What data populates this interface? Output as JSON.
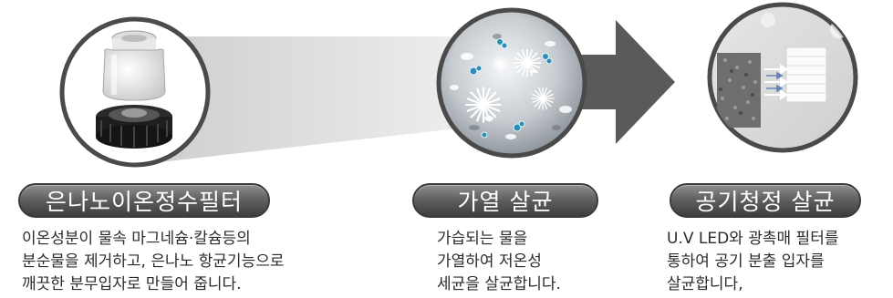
{
  "features": [
    {
      "icon": "filter-cartridge-icon",
      "title": "은나노이온정수필터",
      "lines": [
        "이온성분이 물속 마그네슘·칼슘등의",
        "분순물을 제거하고, 은나노 항균기능으로",
        "깨끗한 분무입자로 만들어 줍니다."
      ]
    },
    {
      "icon": "heat-sterilization-icon",
      "title": "가열 살균",
      "lines": [
        "가습되는 물을",
        "가열하여 저온성",
        "세균을 살균합니다."
      ]
    },
    {
      "icon": "uv-air-filter-icon",
      "title": "공기청정 살균",
      "lines": [
        "U.V LED와 광촉매 필터를",
        "통하여 공기 분출 입자를",
        "살균합니다,"
      ]
    }
  ],
  "colors": {
    "pill_dark": "#3e3e3e",
    "pill_light": "#8e8e8e",
    "arrow": "#5a5a5a",
    "beam": "#d7d7d7"
  }
}
